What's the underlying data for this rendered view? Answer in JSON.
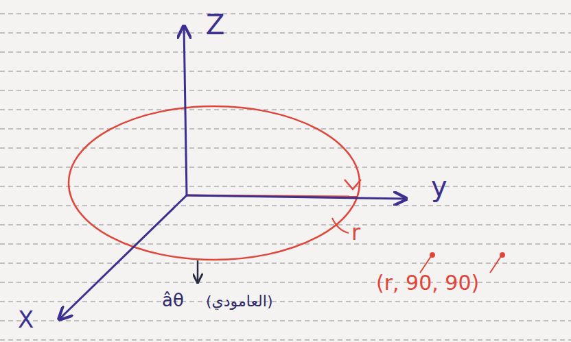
{
  "diagram": {
    "labels": [
      "Z",
      "y",
      "X",
      "r",
      "âθ",
      "(العامودي)",
      "(r, 90, 90)"
    ]
  }
}
